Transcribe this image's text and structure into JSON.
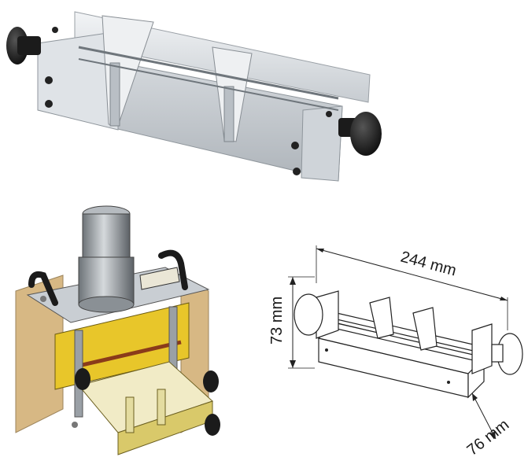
{
  "drawing": {
    "length_label": "244 mm",
    "height_label": "73 mm",
    "depth_label": "76 mm"
  },
  "colors": {
    "aluminum_light": "#e4e7ea",
    "aluminum_mid": "#c9ced3",
    "aluminum_dark": "#8f969c",
    "knob": "#1b1b1b",
    "brass": "#d9c96a",
    "amber_panel": "#caa15c",
    "yellow_plate": "#e8c62a"
  }
}
